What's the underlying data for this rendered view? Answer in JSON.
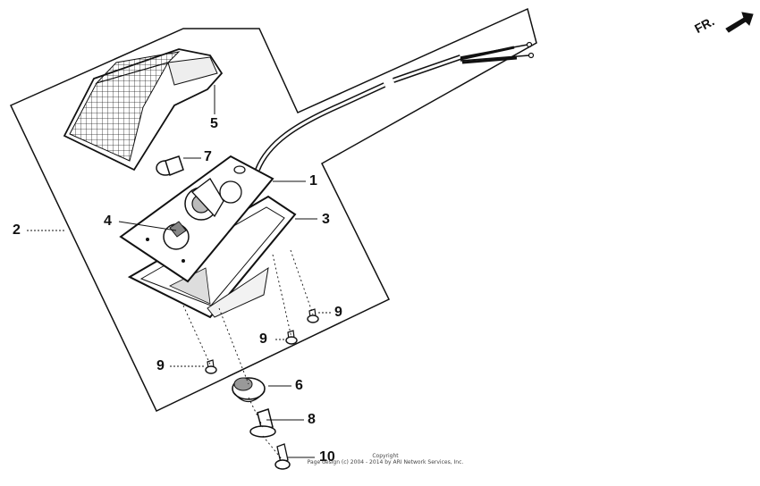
{
  "direction_label": "FR.",
  "callouts": [
    {
      "id": "1",
      "label": "1"
    },
    {
      "id": "2",
      "label": "2"
    },
    {
      "id": "3",
      "label": "3"
    },
    {
      "id": "4",
      "label": "4"
    },
    {
      "id": "5",
      "label": "5"
    },
    {
      "id": "6",
      "label": "6"
    },
    {
      "id": "7",
      "label": "7"
    },
    {
      "id": "8",
      "label": "8"
    },
    {
      "id": "9a",
      "label": "9"
    },
    {
      "id": "9b",
      "label": "9"
    },
    {
      "id": "9c",
      "label": "9"
    },
    {
      "id": "10",
      "label": "10"
    }
  ],
  "copyright": {
    "line1": "Copyright",
    "line2": "Page design (c) 2004 - 2014 by ARI Network Services, Inc."
  }
}
